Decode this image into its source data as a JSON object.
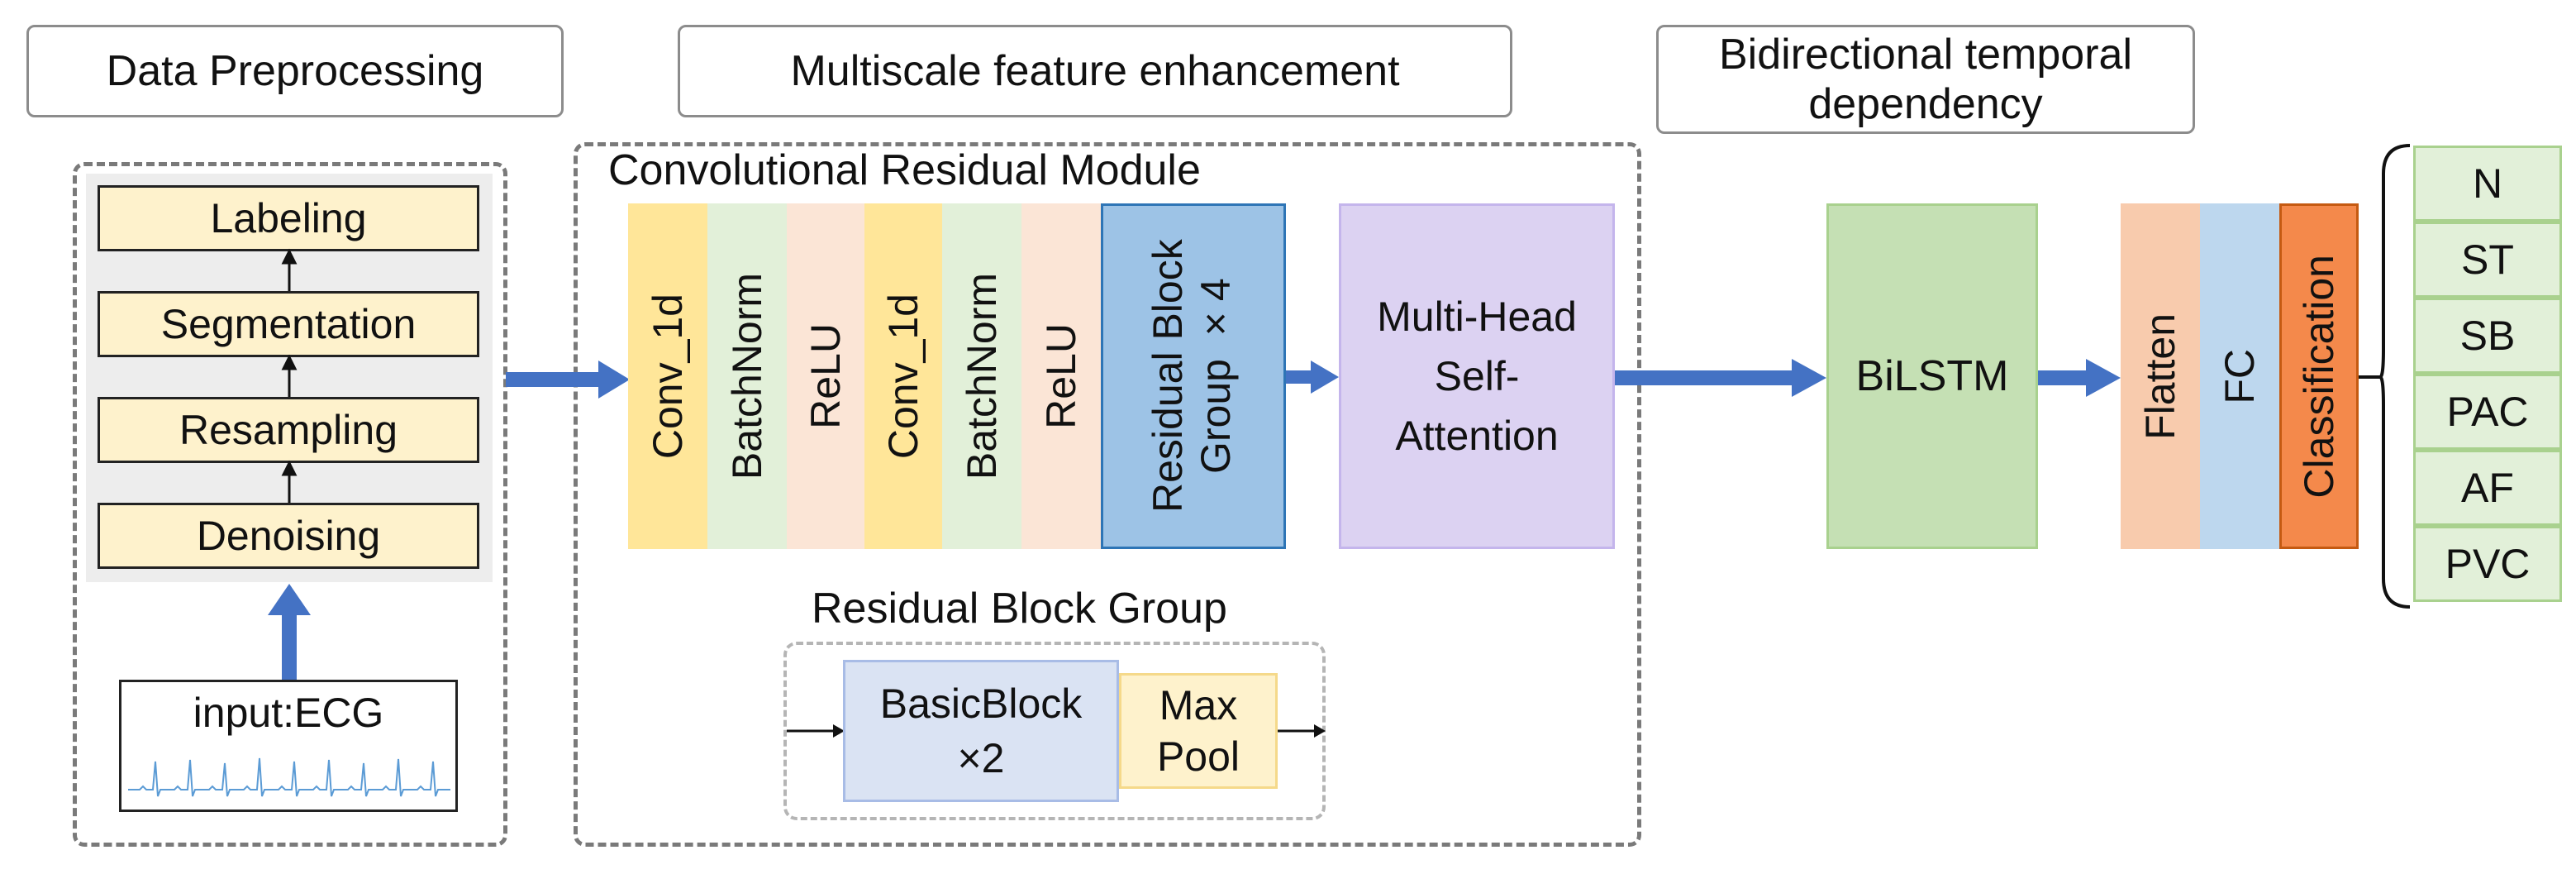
{
  "headers": {
    "preprocessing": "Data Preprocessing",
    "multiscale": "Multiscale feature enhancement",
    "bidirectional": "Bidirectional temporal dependency"
  },
  "preprocessing": {
    "steps": [
      "Labeling",
      "Segmentation",
      "Resampling",
      "Denoising"
    ],
    "input_label": "input:ECG"
  },
  "conv_module": {
    "title": "Convolutional Residual Module",
    "layers": [
      "Conv_1d",
      "BatchNorm",
      "ReLU",
      "Conv_1d",
      "BatchNorm",
      "ReLU"
    ],
    "residual_group_label": "Residual Block Group ×4"
  },
  "attention": {
    "label": "Multi-Head Self-Attention"
  },
  "residual_group": {
    "title": "Residual Block Group",
    "basic_block": "BasicBlock ×2",
    "max_pool": "Max Pool"
  },
  "bilstm": {
    "label": "BiLSTM"
  },
  "head": {
    "flatten": "Flatten",
    "fc": "FC",
    "classification": "Classification"
  },
  "classes": [
    "N",
    "ST",
    "SB",
    "PAC",
    "AF",
    "PVC"
  ],
  "colors": {
    "arrow": "#4472c4",
    "step_fill": "#fef2cc",
    "conv": "#ffe699",
    "batchnorm": "#e2f0d9",
    "relu": "#fbe5d6",
    "residual": "#9dc3e6",
    "attention": "#dcd2f2",
    "bilstm": "#c5e0b4",
    "flatten": "#f8cbad",
    "fc": "#bdd7ee",
    "classification": "#f4894b",
    "class_fill": "#e2f0d9",
    "ecg_trace": "#5b9bd5"
  }
}
